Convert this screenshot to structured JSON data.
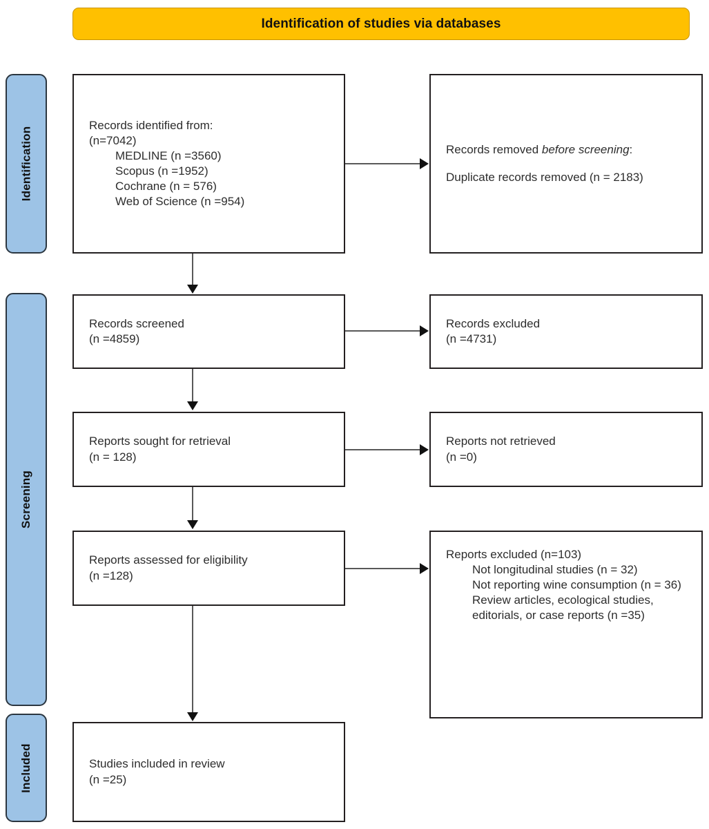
{
  "header": {
    "title": "Identification of studies via databases",
    "background_color": "#FFC000"
  },
  "stages": {
    "accent_color": "#9DC3E6",
    "identification": "Identification",
    "screening": "Screening",
    "included": "Included"
  },
  "boxes": {
    "records_identified": {
      "line1": "Records identified from:",
      "line2": "(n=7042)",
      "source1": "MEDLINE (n =3560)",
      "source2": "Scopus (n =1952)",
      "source3": "Cochrane (n = 576)",
      "source4": "Web of Science (n =954)"
    },
    "records_removed": {
      "line1a": "Records removed ",
      "line1b": "before screening",
      "line1c": ":",
      "line2": "Duplicate records removed (n = 2183)"
    },
    "records_screened": {
      "line1": "Records screened",
      "line2": "(n =4859)"
    },
    "records_excluded": {
      "line1": "Records excluded",
      "line2": "(n =4731)"
    },
    "reports_sought": {
      "line1": "Reports sought for retrieval",
      "line2": "(n = 128)"
    },
    "reports_not_retrieved": {
      "line1": "Reports not retrieved",
      "line2": "(n =0)"
    },
    "reports_assessed": {
      "line1": "Reports assessed for eligibility",
      "line2": "(n =128)"
    },
    "reports_excluded": {
      "line1": "Reports excluded (n=103)",
      "reason1": "Not longitudinal studies (n = 32)",
      "reason2": "Not reporting wine consumption (n = 36)",
      "reason3": "Review articles, ecological studies, editorials, or case reports (n =35)"
    },
    "studies_included": {
      "line1": "Studies included in review",
      "line2": "(n =25)"
    }
  },
  "chart_data": {
    "type": "diagram",
    "title": "Identification of studies via databases",
    "nodes": [
      {
        "id": "records_identified",
        "stage": "Identification",
        "label": "Records identified from:",
        "n": 7042,
        "breakdown": [
          {
            "source": "MEDLINE",
            "n": 3560
          },
          {
            "source": "Scopus",
            "n": 1952
          },
          {
            "source": "Cochrane",
            "n": 576
          },
          {
            "source": "Web of Science",
            "n": 954
          }
        ]
      },
      {
        "id": "records_removed",
        "stage": "Identification",
        "label": "Records removed before screening: Duplicate records removed",
        "n": 2183
      },
      {
        "id": "records_screened",
        "stage": "Screening",
        "label": "Records screened",
        "n": 4859
      },
      {
        "id": "records_excluded",
        "stage": "Screening",
        "label": "Records excluded",
        "n": 4731
      },
      {
        "id": "reports_sought",
        "stage": "Screening",
        "label": "Reports sought for retrieval",
        "n": 128
      },
      {
        "id": "reports_not_retrieved",
        "stage": "Screening",
        "label": "Reports not retrieved",
        "n": 0
      },
      {
        "id": "reports_assessed",
        "stage": "Screening",
        "label": "Reports assessed for eligibility",
        "n": 128
      },
      {
        "id": "reports_excluded",
        "stage": "Screening",
        "label": "Reports excluded",
        "n": 103,
        "breakdown": [
          {
            "reason": "Not longitudinal studies",
            "n": 32
          },
          {
            "reason": "Not reporting wine consumption",
            "n": 36
          },
          {
            "reason": "Review articles, ecological studies, editorials, or case reports",
            "n": 35
          }
        ]
      },
      {
        "id": "studies_included",
        "stage": "Included",
        "label": "Studies included in review",
        "n": 25
      }
    ],
    "edges": [
      {
        "from": "records_identified",
        "to": "records_removed",
        "direction": "right"
      },
      {
        "from": "records_identified",
        "to": "records_screened",
        "direction": "down"
      },
      {
        "from": "records_screened",
        "to": "records_excluded",
        "direction": "right"
      },
      {
        "from": "records_screened",
        "to": "reports_sought",
        "direction": "down"
      },
      {
        "from": "reports_sought",
        "to": "reports_not_retrieved",
        "direction": "right"
      },
      {
        "from": "reports_sought",
        "to": "reports_assessed",
        "direction": "down"
      },
      {
        "from": "reports_assessed",
        "to": "reports_excluded",
        "direction": "right"
      },
      {
        "from": "reports_assessed",
        "to": "studies_included",
        "direction": "down"
      }
    ]
  }
}
